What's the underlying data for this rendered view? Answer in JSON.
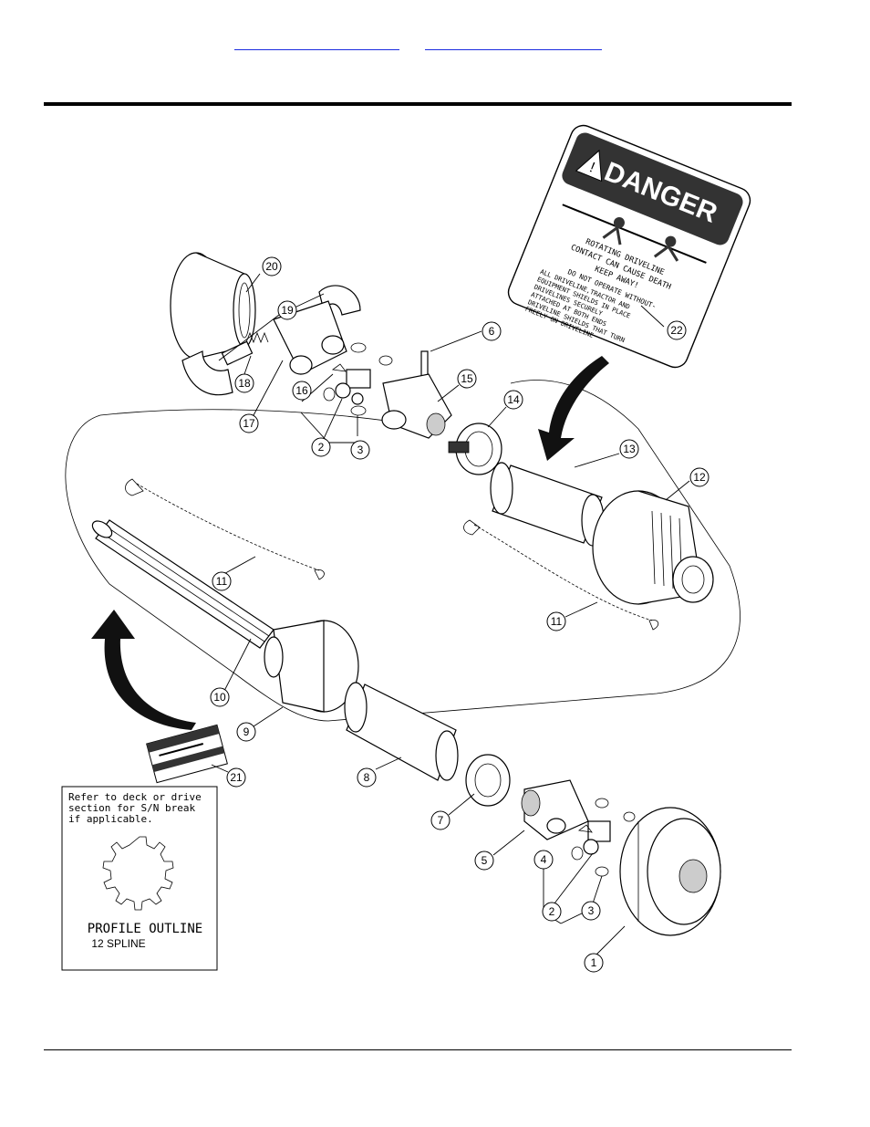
{
  "nav": {
    "link1": "",
    "link2": ""
  },
  "callouts": [
    {
      "id": "c1",
      "label": "1"
    },
    {
      "id": "c2a",
      "label": "2"
    },
    {
      "id": "c2b",
      "label": "2"
    },
    {
      "id": "c3a",
      "label": "3"
    },
    {
      "id": "c3b",
      "label": "3"
    },
    {
      "id": "c4",
      "label": "4"
    },
    {
      "id": "c5",
      "label": "5"
    },
    {
      "id": "c6",
      "label": "6"
    },
    {
      "id": "c7",
      "label": "7"
    },
    {
      "id": "c8",
      "label": "8"
    },
    {
      "id": "c9",
      "label": "9"
    },
    {
      "id": "c10",
      "label": "10"
    },
    {
      "id": "c11a",
      "label": "11"
    },
    {
      "id": "c11b",
      "label": "11"
    },
    {
      "id": "c12",
      "label": "12"
    },
    {
      "id": "c13",
      "label": "13"
    },
    {
      "id": "c14",
      "label": "14"
    },
    {
      "id": "c15",
      "label": "15"
    },
    {
      "id": "c16",
      "label": "16"
    },
    {
      "id": "c17",
      "label": "17"
    },
    {
      "id": "c18",
      "label": "18"
    },
    {
      "id": "c19",
      "label": "19"
    },
    {
      "id": "c20",
      "label": "20"
    },
    {
      "id": "c21",
      "label": "21"
    },
    {
      "id": "c22",
      "label": "22"
    }
  ],
  "decal": {
    "header": "DANGER",
    "line1": "ROTATING DRIVELINE",
    "line2": "CONTACT CAN CAUSE DEATH",
    "line3": "KEEP AWAY!",
    "line4": "DO NOT OPERATE WITHOUT-",
    "line5": "ALL DRIVELINE,TRACTOR AND",
    "line6": "EQUIPMENT SHIELDS IN PLACE",
    "line7": "DRIVELINES SECURELY",
    "line8": "ATTACHED AT BOTH ENDS",
    "line9": "DRIVELINE SHIELDS THAT TURN",
    "line10": "FREELY ON DRIVELINE"
  },
  "note_box": {
    "line1": "Refer to deck or drive",
    "line2": "section for S/N break",
    "line3": "if applicable.",
    "profile_title": "PROFILE OUTLINE",
    "profile_sub": "12 SPLINE"
  }
}
